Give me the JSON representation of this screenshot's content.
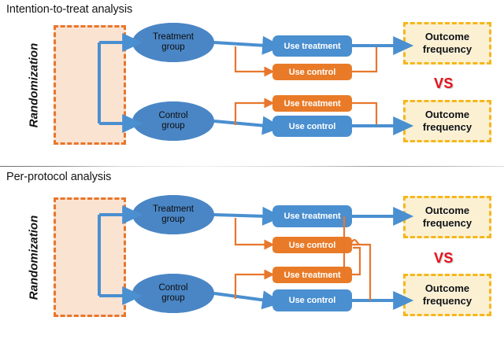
{
  "figure": {
    "type": "flow-diagram",
    "panel_count": 2,
    "colors": {
      "blue_fill": "#4a8fd0",
      "ellipse_fill": "#4a86c5",
      "orange_fill": "#e97b28",
      "orange_dash": "#e8762c",
      "rand_fill": "#fbe3d2",
      "outcome_fill": "#fbf0d2",
      "outcome_dash": "#f4b71c",
      "vs_color": "#e8121b",
      "background": "#ffffff",
      "divider": "#8e8e8e"
    }
  },
  "panels": [
    {
      "id": "intention-to-treat",
      "title": "Intention-to-treat analysis",
      "randomization_label": "Randomization",
      "groups": [
        {
          "id": "treatment-group",
          "label": "Treatment\ngroup",
          "line1": "Treatment",
          "line2": "group"
        },
        {
          "id": "control-group",
          "label": "Control\ngroup",
          "line1": "Control",
          "line2": "group"
        }
      ],
      "bars": [
        {
          "id": "itt-bar-1",
          "label": "Use treatment",
          "color": "blue",
          "row": 1
        },
        {
          "id": "itt-bar-2",
          "label": "Use control",
          "color": "orange",
          "row": 2
        },
        {
          "id": "itt-bar-3",
          "label": "Use treatment",
          "color": "orange",
          "row": 3
        },
        {
          "id": "itt-bar-4",
          "label": "Use control",
          "color": "blue",
          "row": 4
        }
      ],
      "outcomes": [
        {
          "id": "itt-outcome-top",
          "line1": "Outcome",
          "line2": "frequency"
        },
        {
          "id": "itt-outcome-bottom",
          "line1": "Outcome",
          "line2": "frequency"
        }
      ],
      "vs_label": "VS"
    },
    {
      "id": "per-protocol",
      "title": "Per-protocol analysis",
      "randomization_label": "Randomization",
      "groups": [
        {
          "id": "treatment-group",
          "label": "Treatment\ngroup",
          "line1": "Treatment",
          "line2": "group"
        },
        {
          "id": "control-group",
          "label": "Control\ngroup",
          "line1": "Control",
          "line2": "group"
        }
      ],
      "bars": [
        {
          "id": "pp-bar-1",
          "label": "Use treatment",
          "color": "blue",
          "row": 1
        },
        {
          "id": "pp-bar-2",
          "label": "Use control",
          "color": "orange",
          "row": 2
        },
        {
          "id": "pp-bar-3",
          "label": "Use treatment",
          "color": "orange",
          "row": 3
        },
        {
          "id": "pp-bar-4",
          "label": "Use control",
          "color": "blue",
          "row": 4
        }
      ],
      "outcomes": [
        {
          "id": "pp-outcome-top",
          "line1": "Outcome",
          "line2": "frequency"
        },
        {
          "id": "pp-outcome-bottom",
          "line1": "Outcome",
          "line2": "frequency"
        }
      ],
      "vs_label": "VS"
    }
  ]
}
